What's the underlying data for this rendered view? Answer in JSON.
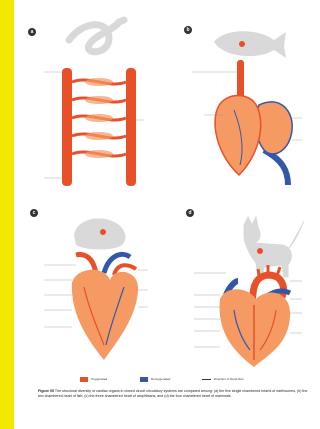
{
  "figure": {
    "caption_label": "Figure 05",
    "caption_text": "The structural diversity of cardiac organs in closed circuit circulatory systems are compared among: (a) the five single chambered hearts of earthworms, (b) the two chambered heart of fish, (c) the three chambered heart of amphibians, and (d) the four chambered heart of mammals.",
    "panels": [
      {
        "badge": "a",
        "animal": "earthworm"
      },
      {
        "badge": "b",
        "animal": "fish"
      },
      {
        "badge": "c",
        "animal": "frog"
      },
      {
        "badge": "d",
        "animal": "cat"
      }
    ],
    "legend": {
      "oxygenated": "Oxygenated",
      "deoxygenated": "Deoxygenated",
      "flow": "Direction of blood flow"
    }
  },
  "colors": {
    "oxygenated": "#e8502a",
    "deoxygenated": "#3557a8",
    "heart": "#f59a62",
    "animal": "#d9d9d9",
    "page_margin": "#f3e900"
  }
}
